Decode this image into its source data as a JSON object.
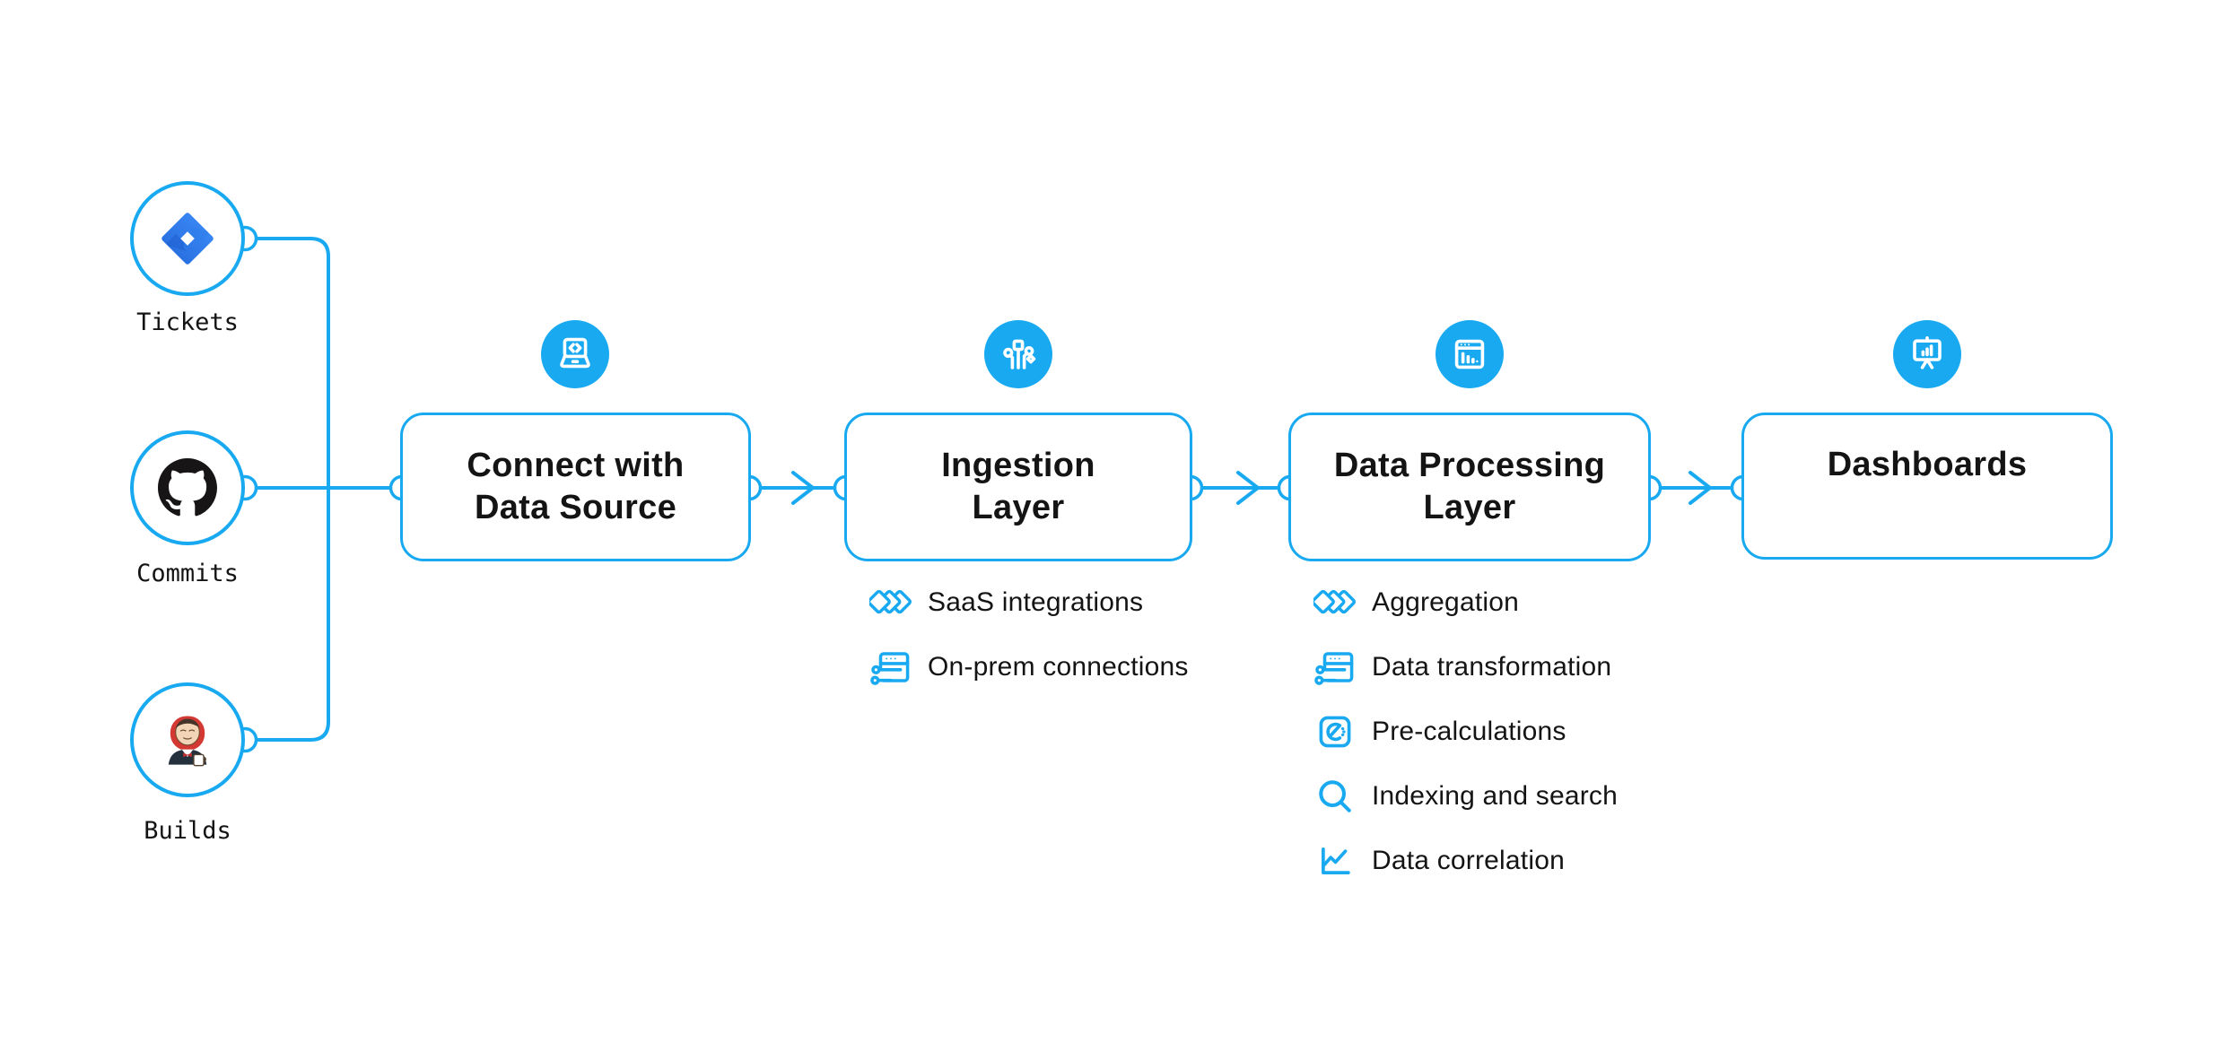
{
  "colors": {
    "accent_blue": "#18a9f1",
    "text_dark": "#141414",
    "github_black": "#171515",
    "jenkins_red": "#d33833",
    "jira_gradient_dark": "#2368d9",
    "jira_gradient_light": "#3f8efc"
  },
  "sources": [
    {
      "label": "Tickets",
      "icon": "jira-icon"
    },
    {
      "label": "Commits",
      "icon": "github-icon"
    },
    {
      "label": "Builds",
      "icon": "jenkins-icon"
    }
  ],
  "stages": [
    {
      "icon": "laptop-code-icon",
      "title_lines": [
        "Connect with",
        "Data Source"
      ]
    },
    {
      "icon": "circuit-branches-icon",
      "title_lines": [
        "Ingestion",
        "Layer"
      ],
      "items": [
        {
          "label": "SaaS integrations",
          "icon": "stacked-diamonds-icon"
        },
        {
          "label": "On-prem connections",
          "icon": "window-sliders-icon"
        }
      ]
    },
    {
      "icon": "window-bar-chart-icon",
      "title_lines": [
        "Data Processing",
        "Layer"
      ],
      "items": [
        {
          "label": "Aggregation",
          "icon": "stacked-diamonds-icon"
        },
        {
          "label": "Data transformation",
          "icon": "window-sliders-icon"
        },
        {
          "label": "Pre-calculations",
          "icon": "gauge-icon"
        },
        {
          "label": "Indexing and search",
          "icon": "search-icon"
        },
        {
          "label": "Data correlation",
          "icon": "line-chart-icon"
        }
      ]
    },
    {
      "icon": "presentation-chart-icon",
      "title_lines": [
        "Dashboards"
      ]
    }
  ]
}
